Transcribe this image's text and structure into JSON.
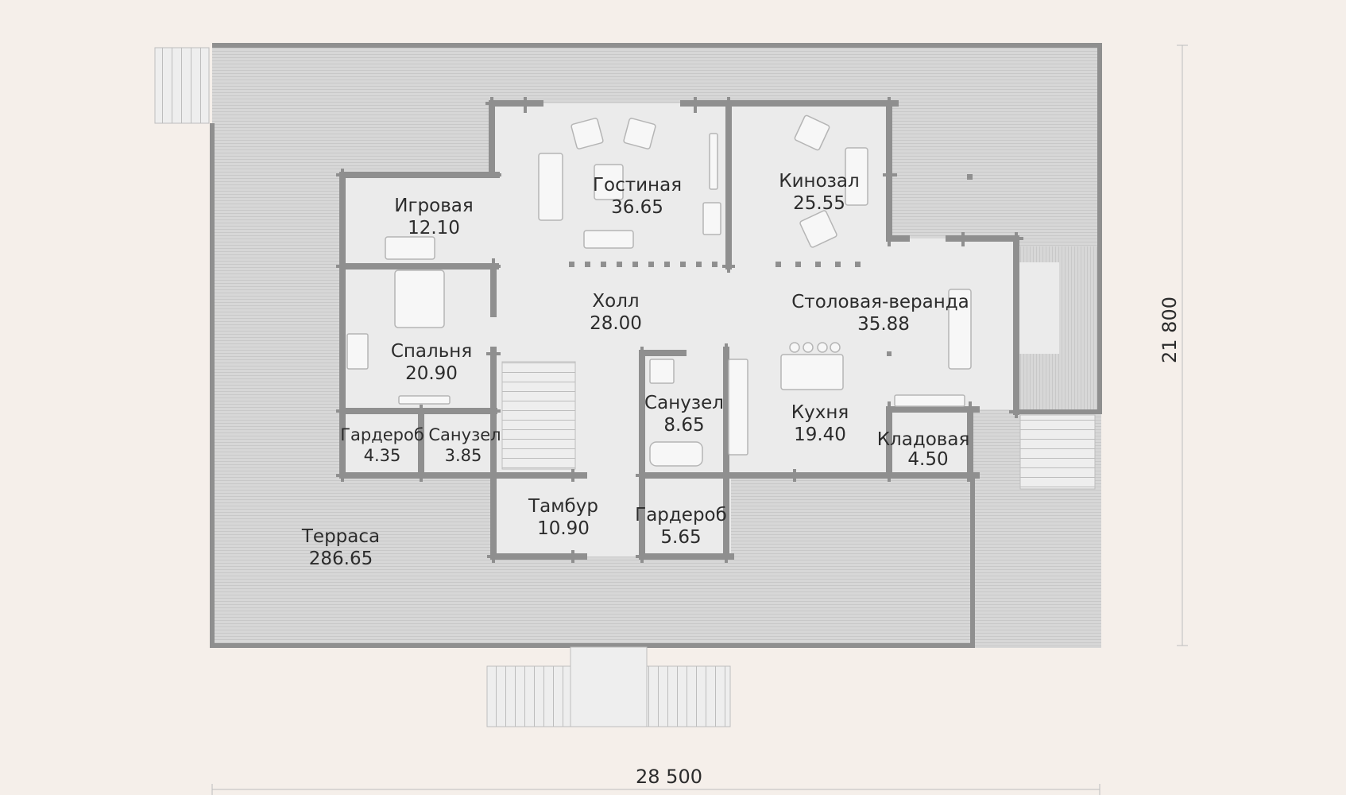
{
  "dimensions": {
    "width": "28 500",
    "height": "21 800"
  },
  "rooms": {
    "gostinaya": {
      "name": "Гостиная",
      "area": "36.65"
    },
    "kinozal": {
      "name": "Кинозал",
      "area": "25.55"
    },
    "igrovaya": {
      "name": "Игровая",
      "area": "12.10"
    },
    "holl": {
      "name": "Холл",
      "area": "28.00"
    },
    "stolovaya": {
      "name": "Столовая-веранда",
      "area": "35.88"
    },
    "spalnya": {
      "name": "Спальня",
      "area": "20.90"
    },
    "sanuzel1": {
      "name": "Санузел",
      "area": "8.65"
    },
    "kuhnya": {
      "name": "Кухня",
      "area": "19.40"
    },
    "garderob1": {
      "name": "Гардероб",
      "area": "4.35"
    },
    "sanuzel2": {
      "name": "Санузел",
      "area": "3.85"
    },
    "kladovaya": {
      "name": "Кладовая",
      "area": "4.50"
    },
    "tambur": {
      "name": "Тамбур",
      "area": "10.90"
    },
    "garderob2": {
      "name": "Гардероб",
      "area": "5.65"
    },
    "terrasa": {
      "name": "Терраса",
      "area": "286.65"
    }
  },
  "colors": {
    "background": "#f5efea",
    "terrace": "#d6d6d6",
    "interior": "#e9e9e9",
    "wall": "#8f8f8f",
    "text": "#2c2c2c"
  }
}
